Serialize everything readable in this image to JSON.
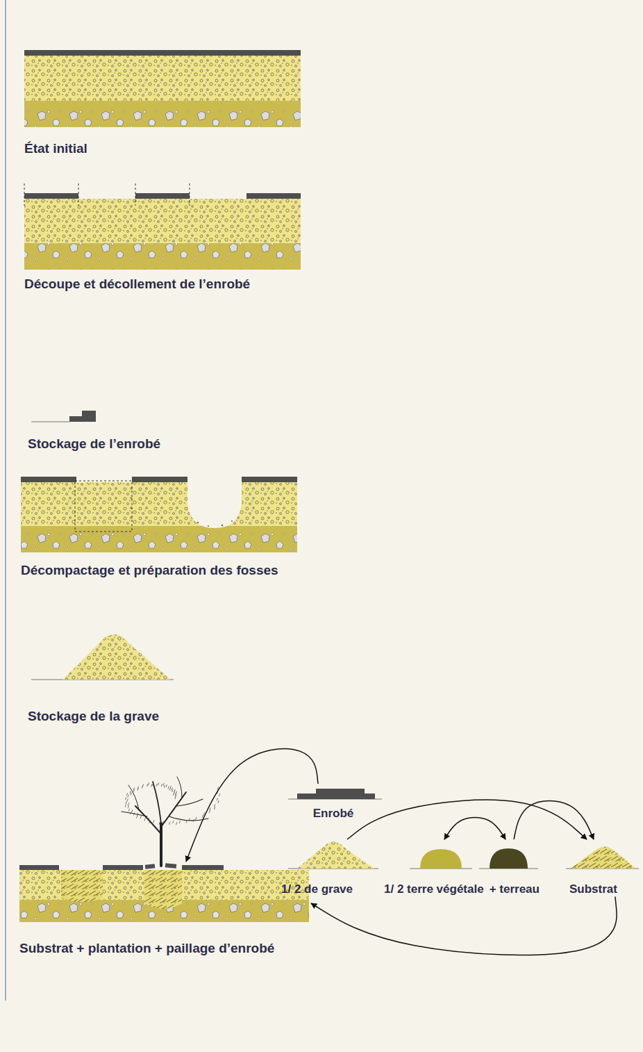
{
  "diagram": {
    "nodes": [
      {
        "text": [
          "État initial"
        ]
      },
      {
        "text": [
          "Découpe et décollement de l’enrobé"
        ]
      },
      {
        "text": [
          "Stockage de l’enrobé"
        ]
      },
      {
        "text": [
          "Décompactage et préparation des fosses"
        ]
      },
      {
        "text": [
          "Stockage de la grave"
        ]
      },
      {
        "text": [
          "Substrat + plantation + paillage d’enrobé"
        ]
      },
      {
        "text": [
          "Enrobé"
        ]
      },
      {
        "text": [
          "1/ 2 de grave"
        ]
      },
      {
        "text": [
          "1/ 2 terre végétale"
        ]
      },
      {
        "text": [
          "+ terreau"
        ]
      },
      {
        "text": [
          "Substrat"
        ]
      }
    ],
    "edges": [
      {
        "from": 6,
        "to": 5,
        "arrow": "to"
      },
      {
        "from": 7,
        "to": 10,
        "arrow": "to"
      },
      {
        "from": 8,
        "to": 9,
        "arrow": "both"
      },
      {
        "from": 9,
        "to": 10,
        "arrow": "to"
      },
      {
        "from": 10,
        "to": 5,
        "arrow": "to"
      }
    ]
  }
}
